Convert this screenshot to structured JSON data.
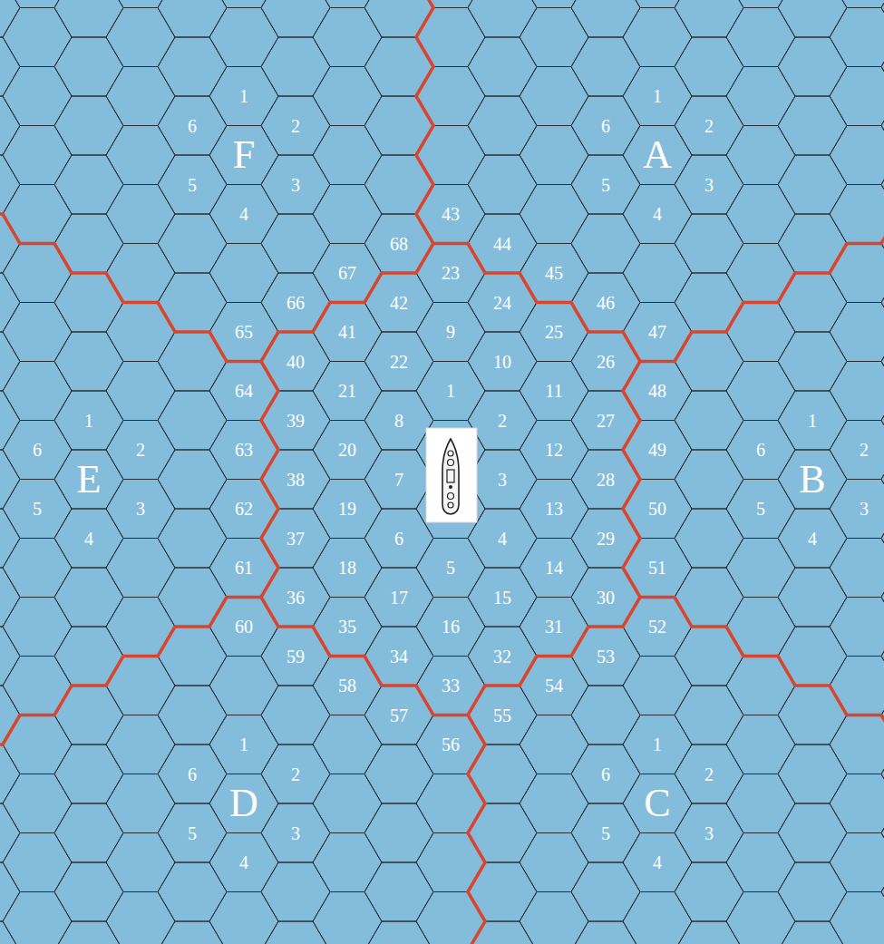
{
  "diagram": {
    "labels": [
      "A",
      "1",
      "2",
      "3",
      "4",
      "5",
      "6",
      "B",
      "1",
      "2",
      "3",
      "4",
      "5",
      "6",
      "C",
      "1",
      "2",
      "3",
      "4",
      "5",
      "6",
      "D",
      "1",
      "2",
      "3",
      "4",
      "5",
      "6",
      "E",
      "1",
      "2",
      "3",
      "4",
      "5",
      "6",
      "F",
      "1",
      "2",
      "3",
      "4",
      "5",
      "6",
      "1",
      "2",
      "3",
      "4",
      "5",
      "6",
      "7",
      "8",
      "9",
      "10",
      "11",
      "12",
      "13",
      "14",
      "15",
      "16",
      "17",
      "18",
      "19",
      "20",
      "21",
      "22",
      "23",
      "24",
      "25",
      "26",
      "27",
      "28",
      "29",
      "30",
      "31",
      "32",
      "33",
      "34",
      "35",
      "36",
      "37",
      "38",
      "39",
      "40",
      "41",
      "42",
      "43",
      "44",
      "45",
      "46",
      "47",
      "48",
      "49",
      "50",
      "51",
      "52",
      "53",
      "54",
      "55",
      "56",
      "57",
      "58",
      "59",
      "60",
      "61",
      "62",
      "63",
      "64",
      "65",
      "66",
      "67",
      "68"
    ]
  }
}
